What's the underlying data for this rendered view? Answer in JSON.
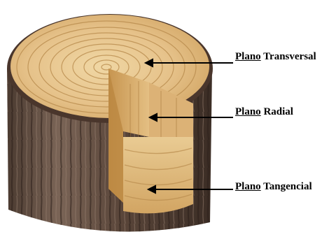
{
  "labels": {
    "transversal": {
      "first": "Plano",
      "second": " Transversal"
    },
    "radial": {
      "first": "Plano",
      "second": " Radial"
    },
    "tangencial": {
      "first": "Plano",
      "second": " Tangencial"
    }
  },
  "colors": {
    "bark_dark": "#3a2a22",
    "bark_mid": "#6b5446",
    "wood_light": "#e8c98e",
    "wood_mid": "#d4a866",
    "ring": "#b98c4e",
    "pointer": "#000000"
  }
}
